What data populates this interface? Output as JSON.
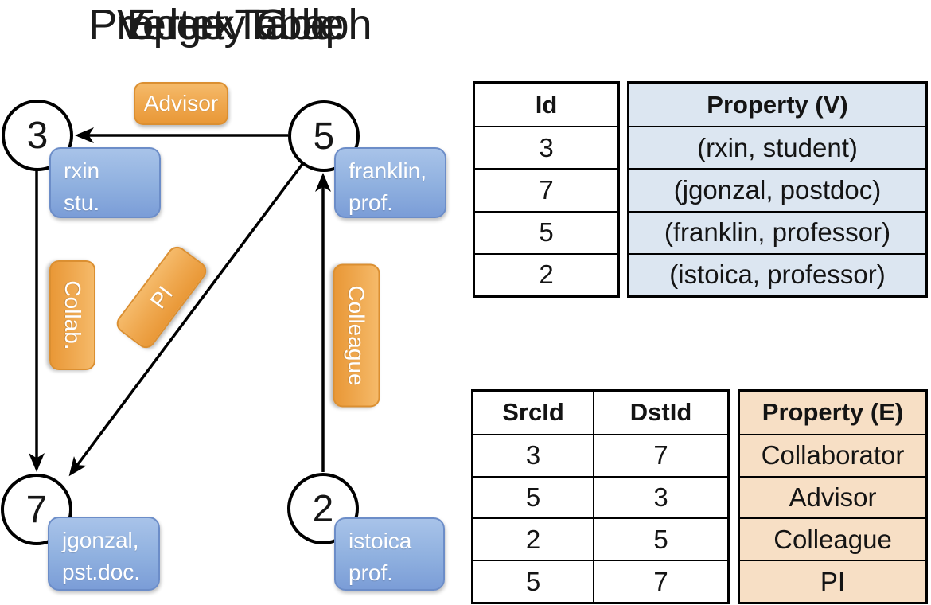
{
  "graph": {
    "title": "Property Graph",
    "nodes": [
      {
        "id": "3",
        "lines": [
          "rxin",
          "stu."
        ]
      },
      {
        "id": "5",
        "lines": [
          "franklin,",
          "prof."
        ]
      },
      {
        "id": "7",
        "lines": [
          "jgonzal,",
          "pst.doc."
        ]
      },
      {
        "id": "2",
        "lines": [
          "istoica",
          "prof."
        ]
      }
    ],
    "edge_labels": {
      "advisor": "Advisor",
      "collab": "Collab.",
      "pi": "PI",
      "colleague": "Colleague"
    }
  },
  "vertex_table": {
    "title": "Vertex Table",
    "columns": [
      "Id",
      "Property (V)"
    ],
    "rows": [
      [
        "3",
        "(rxin, student)"
      ],
      [
        "7",
        "(jgonzal, postdoc)"
      ],
      [
        "5",
        "(franklin, professor)"
      ],
      [
        "2",
        "(istoica, professor)"
      ]
    ]
  },
  "edge_table": {
    "title": "Edge Table",
    "columns": [
      "SrcId",
      "DstId",
      "Property (E)"
    ],
    "rows": [
      [
        "3",
        "7",
        "Collaborator"
      ],
      [
        "5",
        "3",
        "Advisor"
      ],
      [
        "2",
        "5",
        "Colleague"
      ],
      [
        "5",
        "7",
        "PI"
      ]
    ]
  },
  "colors": {
    "vertex_cell_fill": "#DCE6F1",
    "edge_cell_fill": "#F7DFC5",
    "vertex_box_gradient_top": "#A8C3E9",
    "vertex_box_gradient_bottom": "#7B9DD7",
    "edge_box_gradient_top": "#F5BA6A",
    "edge_box_gradient_bottom": "#E99837",
    "line_color": "#000000"
  }
}
